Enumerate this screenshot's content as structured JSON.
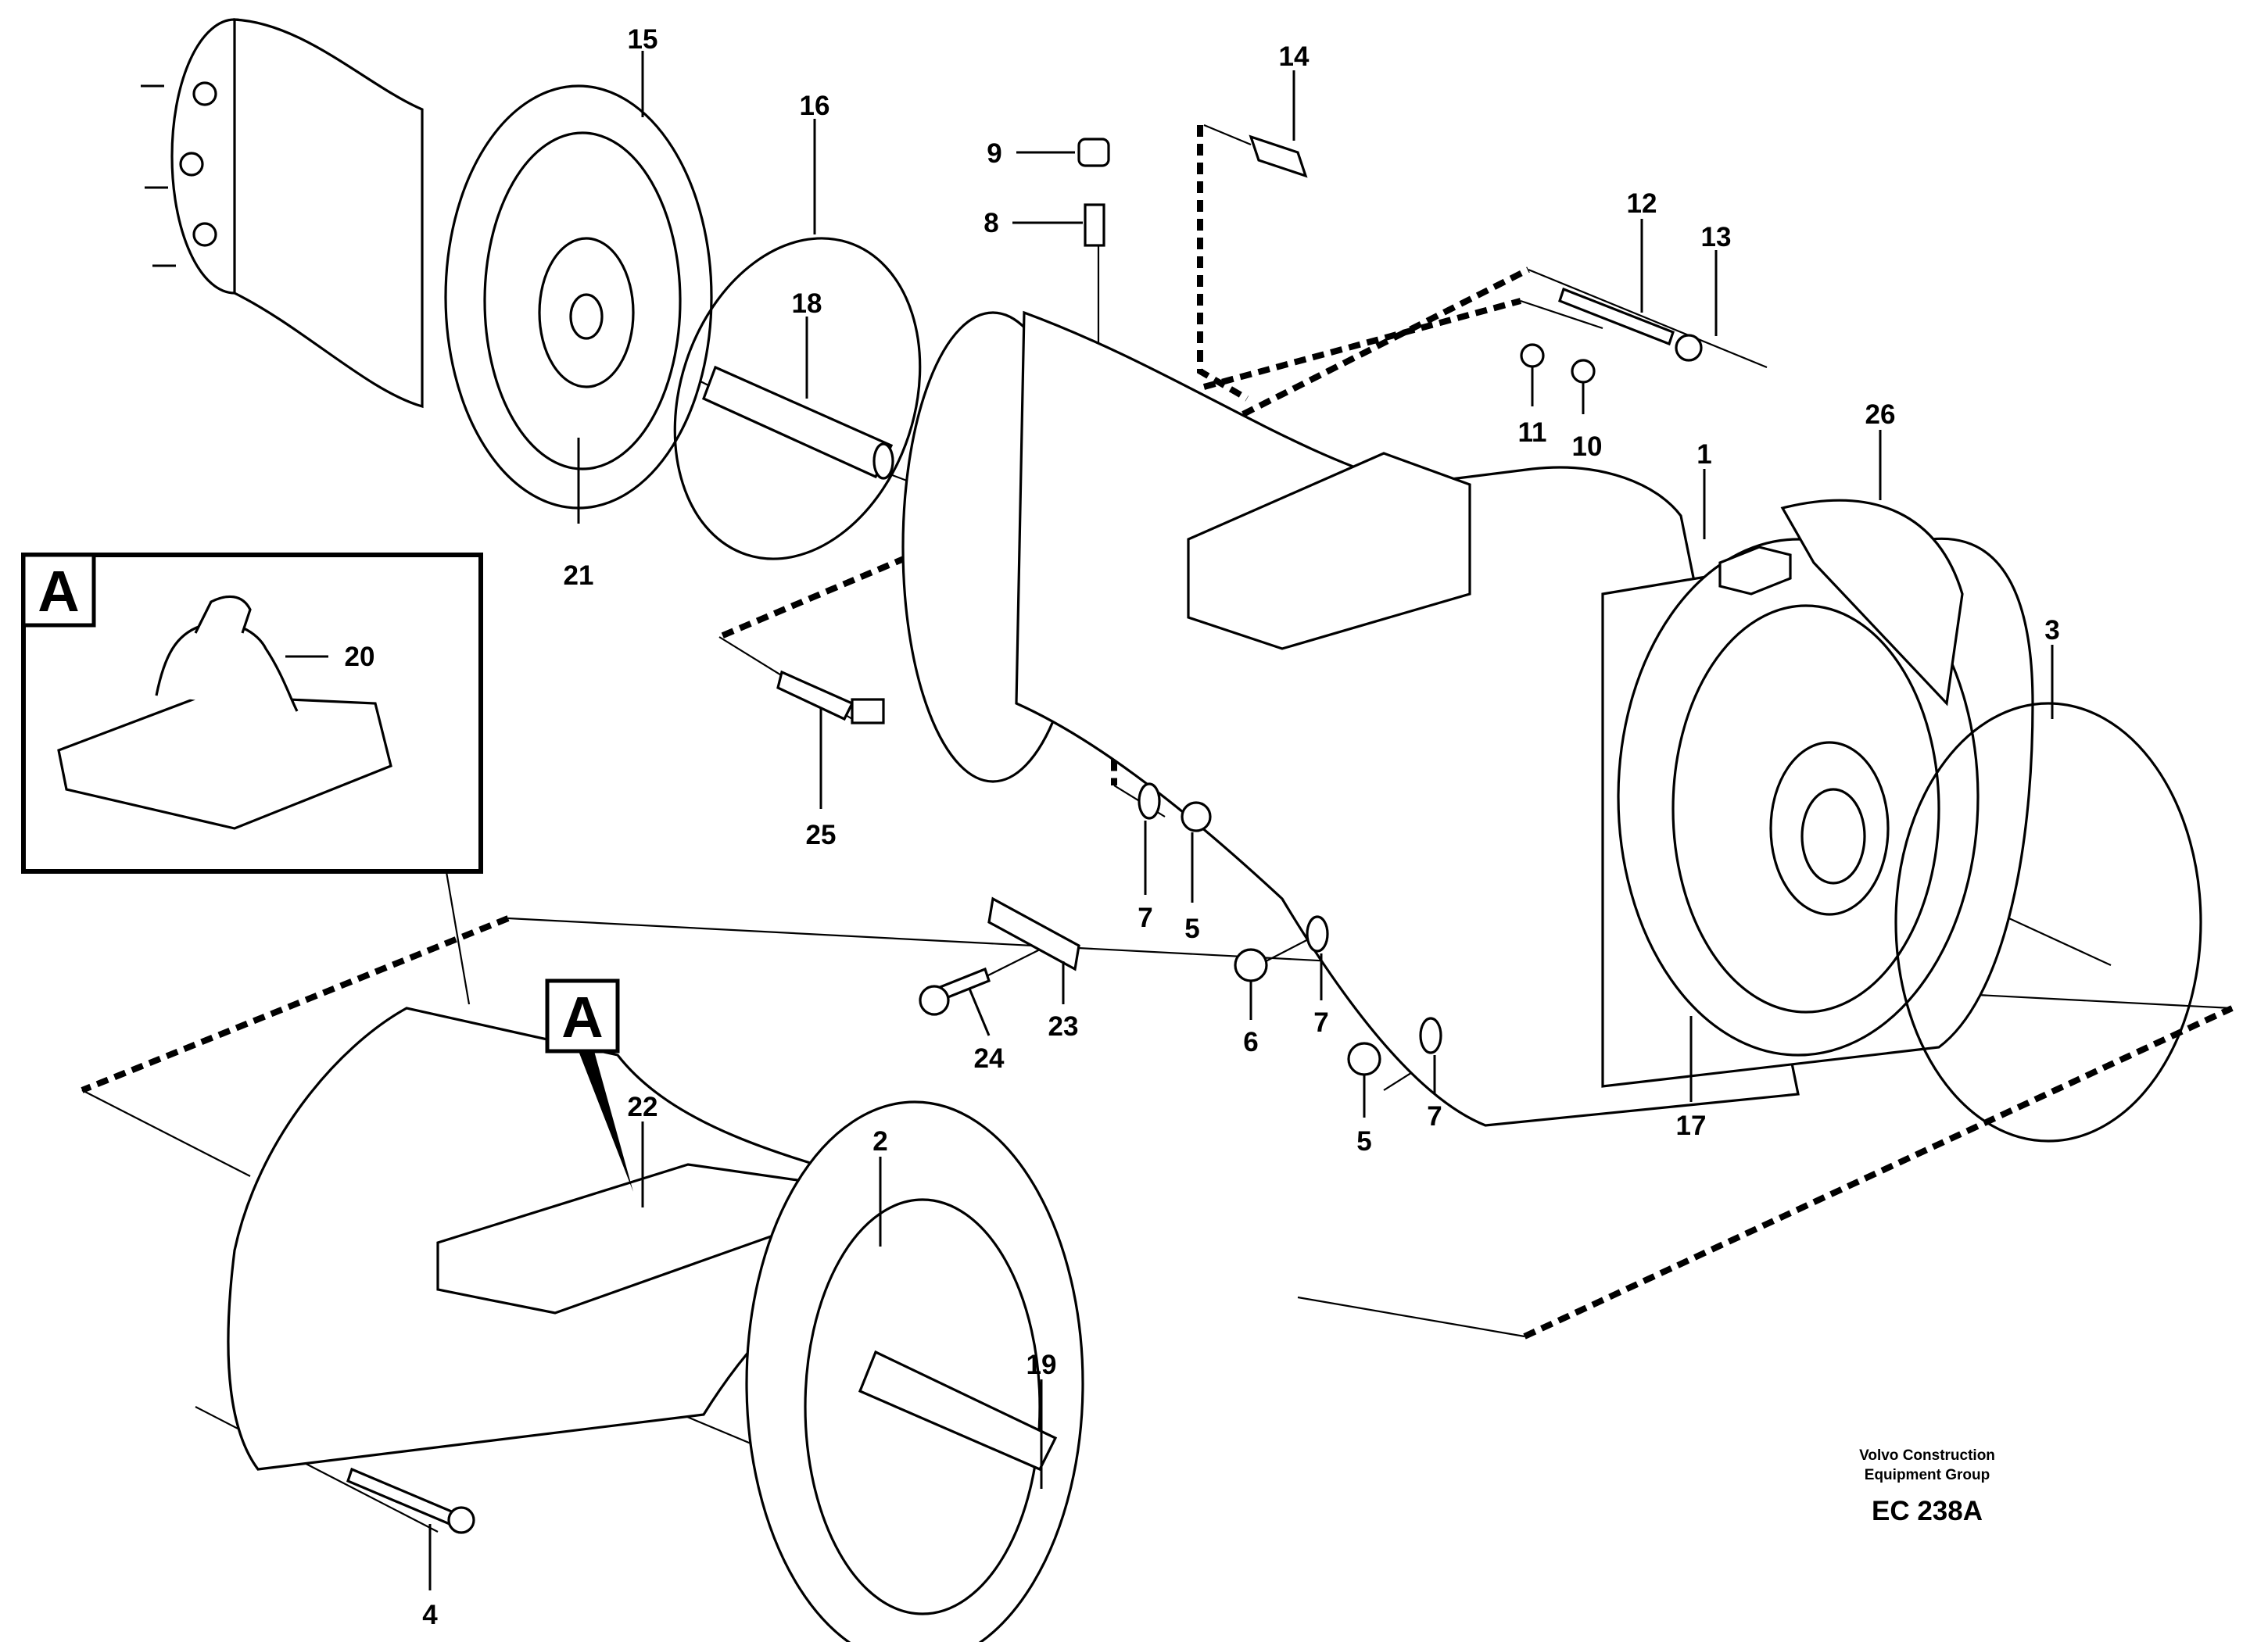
{
  "callouts": [
    {
      "id": "15",
      "label": "15"
    },
    {
      "id": "16",
      "label": "16"
    },
    {
      "id": "14",
      "label": "14"
    },
    {
      "id": "9",
      "label": "9"
    },
    {
      "id": "8",
      "label": "8"
    },
    {
      "id": "18",
      "label": "18"
    },
    {
      "id": "12",
      "label": "12"
    },
    {
      "id": "13",
      "label": "13"
    },
    {
      "id": "11",
      "label": "11"
    },
    {
      "id": "10",
      "label": "10"
    },
    {
      "id": "1",
      "label": "1"
    },
    {
      "id": "26",
      "label": "26"
    },
    {
      "id": "21",
      "label": "21"
    },
    {
      "id": "20",
      "label": "20"
    },
    {
      "id": "3",
      "label": "3"
    },
    {
      "id": "25",
      "label": "25"
    },
    {
      "id": "7a",
      "label": "7"
    },
    {
      "id": "5a",
      "label": "5"
    },
    {
      "id": "23",
      "label": "23"
    },
    {
      "id": "24",
      "label": "24"
    },
    {
      "id": "6",
      "label": "6"
    },
    {
      "id": "7b",
      "label": "7"
    },
    {
      "id": "7c",
      "label": "7"
    },
    {
      "id": "5b",
      "label": "5"
    },
    {
      "id": "17",
      "label": "17"
    },
    {
      "id": "22",
      "label": "22"
    },
    {
      "id": "2",
      "label": "2"
    },
    {
      "id": "19",
      "label": "19"
    },
    {
      "id": "4",
      "label": "4"
    }
  ],
  "detail": {
    "inset_letter": "A",
    "pointer_letter": "A"
  },
  "footer": {
    "line1": "Volvo Construction",
    "line2": "Equipment Group",
    "code": "EC 238A"
  }
}
